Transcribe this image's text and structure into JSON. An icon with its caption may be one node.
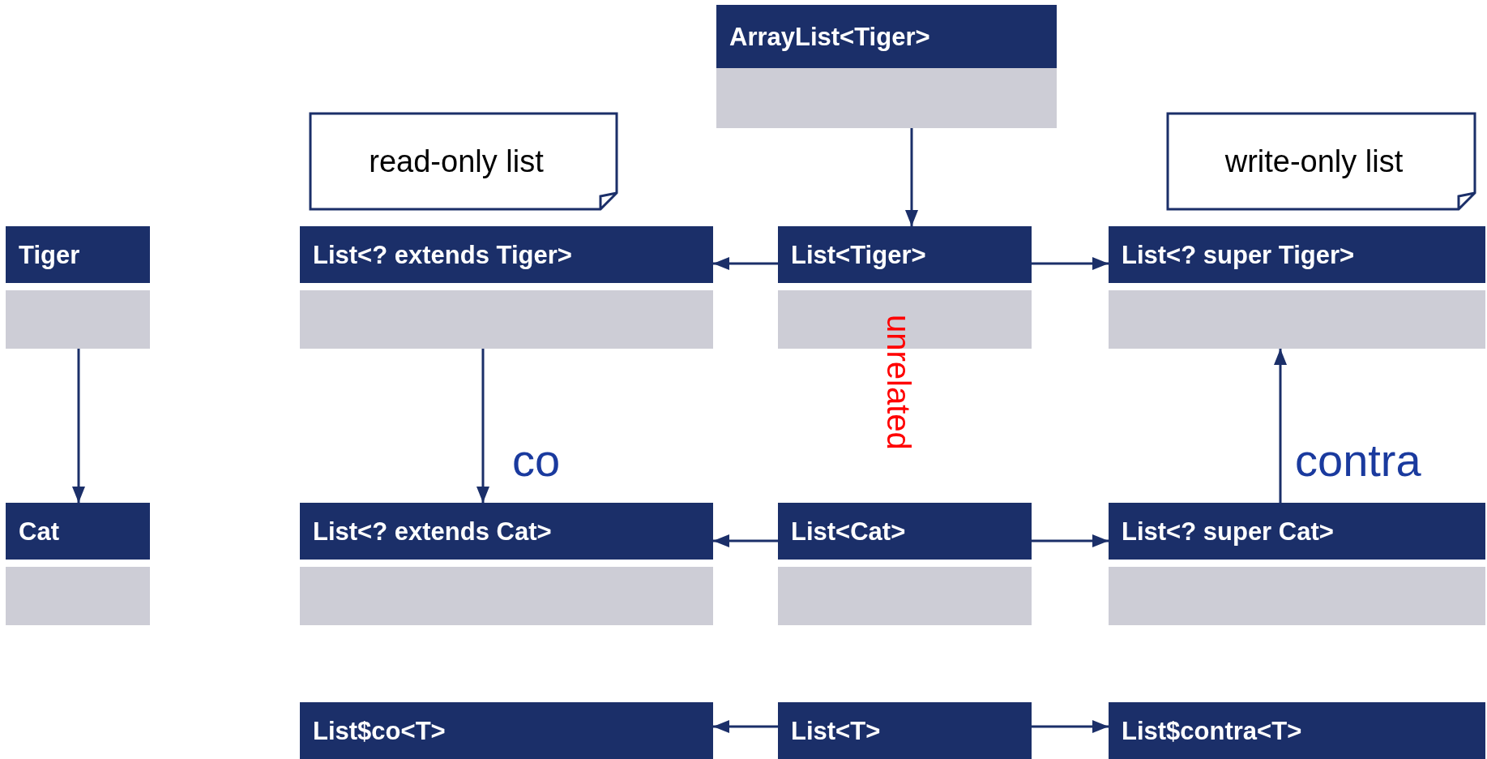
{
  "diagram": {
    "nodes": [
      {
        "text": [
          "ArrayList<Tiger>"
        ]
      },
      {
        "text": [
          "read-only list"
        ]
      },
      {
        "text": [
          "write-only list"
        ]
      },
      {
        "text": [
          "Tiger"
        ]
      },
      {
        "text": [
          "List<? extends Tiger>"
        ]
      },
      {
        "text": [
          "List<Tiger>"
        ]
      },
      {
        "text": [
          "List<? super Tiger>"
        ]
      },
      {
        "text": [
          "Cat"
        ]
      },
      {
        "text": [
          "List<? extends Cat>"
        ]
      },
      {
        "text": [
          "List<Cat>"
        ]
      },
      {
        "text": [
          "List<? super Cat>"
        ]
      },
      {
        "text": [
          "List$co<T>"
        ]
      },
      {
        "text": [
          "List<T>"
        ]
      },
      {
        "text": [
          "List$contra<T>"
        ]
      }
    ],
    "edges": [
      {
        "from": 0,
        "to": 5,
        "arrow": "to"
      },
      {
        "from": 5,
        "to": 4,
        "arrow": "to"
      },
      {
        "from": 5,
        "to": 6,
        "arrow": "to"
      },
      {
        "from": 3,
        "to": 7,
        "arrow": "to"
      },
      {
        "from": 4,
        "to": 8,
        "arrow": "to",
        "label": "co"
      },
      {
        "from": 10,
        "to": 6,
        "arrow": "to",
        "label": "contra"
      },
      {
        "from": 9,
        "to": 8,
        "arrow": "to"
      },
      {
        "from": 9,
        "to": 10,
        "arrow": "to"
      },
      {
        "from": 12,
        "to": 11,
        "arrow": "to"
      },
      {
        "from": 12,
        "to": 13,
        "arrow": "to"
      }
    ],
    "labels": [
      "unrelated"
    ]
  }
}
